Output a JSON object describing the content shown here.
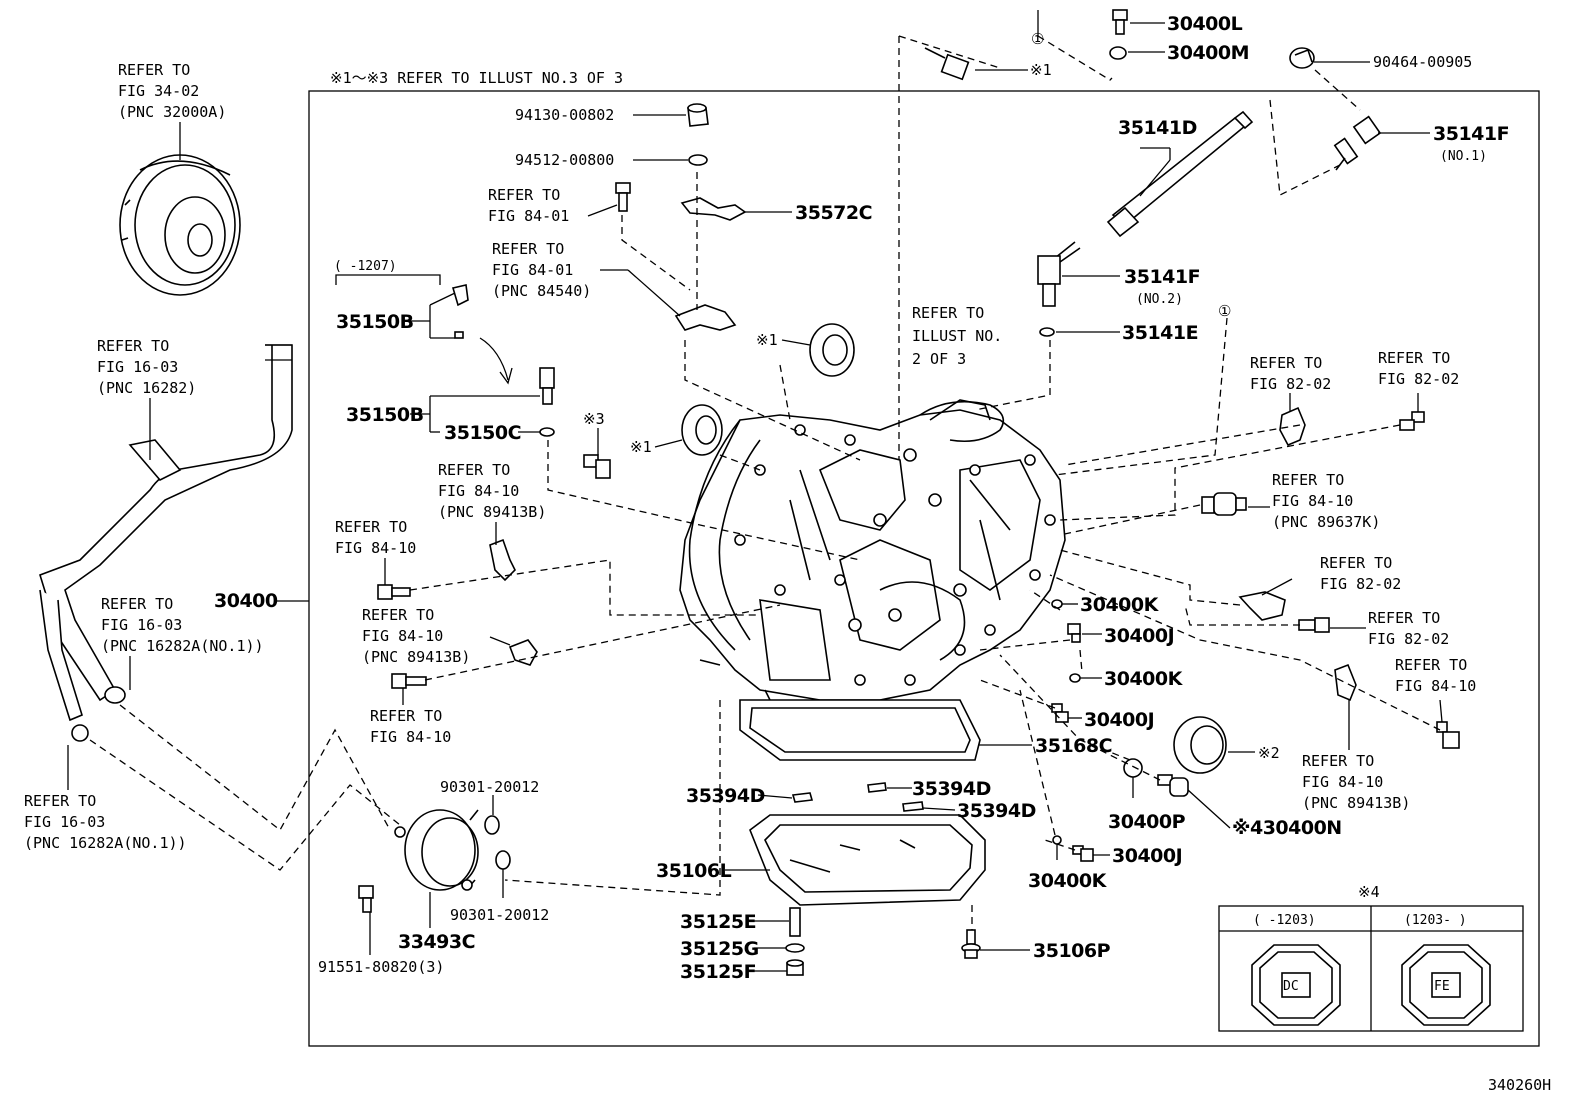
{
  "header_note": "※1～※3 REFER TO ILLUST NO.3 OF 3",
  "diagram_id": "340260H",
  "callouts": {
    "refer_34_02": [
      "REFER TO",
      "FIG 34-02",
      "(PNC 32000A)"
    ],
    "refer_16_03_top": [
      "REFER TO",
      "FIG 16-03",
      "(PNC 16282)"
    ],
    "refer_16_03_mid": [
      "REFER TO",
      "FIG 16-03",
      "(PNC 16282A(NO.1))"
    ],
    "refer_16_03_bot": [
      "REFER TO",
      "FIG 16-03",
      "(PNC 16282A(NO.1))"
    ],
    "refer_84_01_a": [
      "REFER TO",
      "FIG 84-01"
    ],
    "refer_84_01_b": [
      "REFER TO",
      "FIG 84-01",
      "(PNC 84540)"
    ],
    "refer_84_10_a": [
      "REFER TO",
      "FIG 84-10",
      "(PNC 89413B)"
    ],
    "refer_84_10_b": [
      "REFER TO",
      "FIG 84-10"
    ],
    "refer_84_10_c": [
      "REFER TO",
      "FIG 84-10",
      "(PNC 89413B)"
    ],
    "refer_84_10_d": [
      "REFER TO",
      "FIG 84-10"
    ],
    "refer_illust2": [
      "REFER TO",
      "ILLUST NO.",
      "2 OF 3"
    ],
    "refer_82_02_a": [
      "REFER TO",
      "FIG 82-02"
    ],
    "refer_82_02_b": [
      "REFER TO",
      "FIG 82-02"
    ],
    "refer_84_10_e": [
      "REFER TO",
      "FIG 84-10",
      "(PNC 89637K)"
    ],
    "refer_82_02_c": [
      "REFER TO",
      "FIG 82-02"
    ],
    "refer_82_02_d": [
      "REFER TO",
      "FIG 82-02"
    ],
    "refer_84_10_f": [
      "REFER TO",
      "FIG 84-10"
    ],
    "refer_84_10_g": [
      "REFER TO",
      "FIG 84-10",
      "(PNC 89413B)"
    ]
  },
  "parts": {
    "p30400L": "30400L",
    "p30400M": "30400M",
    "p90464": "90464-00905",
    "p35141D": "35141D",
    "p35141F_1": "35141F",
    "p35141F_1_note": "(NO.1)",
    "p35141F_2": "35141F",
    "p35141F_2_note": "(NO.2)",
    "p35141E": "35141E",
    "p94130": "94130-00802",
    "p94512": "94512-00800",
    "p35572C": "35572C",
    "p35150B_a": "35150B",
    "p35150B_b": "35150B",
    "p35150C": "35150C",
    "p30400": "30400",
    "p30400K_a": "30400K",
    "p30400J_a": "30400J",
    "p30400K_b": "30400K",
    "p30400J_b": "30400J",
    "p35168C": "35168C",
    "p30400P": "30400P",
    "p30400N": "※430400N",
    "p30400J_c": "30400J",
    "p30400K_c": "30400K",
    "p35394D_a": "35394D",
    "p35394D_b": "35394D",
    "p35394D_c": "35394D",
    "p35106L": "35106L",
    "p35125E": "35125E",
    "p35125G": "35125G",
    "p35125F": "35125F",
    "p35106P": "35106P",
    "p90301_a": "90301-20012",
    "p90301_b": "90301-20012",
    "p33493C": "33493C",
    "p91551": "91551-80820(3)",
    "range_1207": "(    -1207)"
  },
  "markers": {
    "m1_a": "※1",
    "m1_b": "※1",
    "m1_c": "※1",
    "m2": "※2",
    "m3": "※3",
    "circ1_a": "①",
    "circ1_b": "①"
  },
  "inset": {
    "title": "※4",
    "col1": "(    -1203)",
    "col2": "(1203-    )",
    "cap1_text": "DC",
    "cap2_text": "FE"
  }
}
